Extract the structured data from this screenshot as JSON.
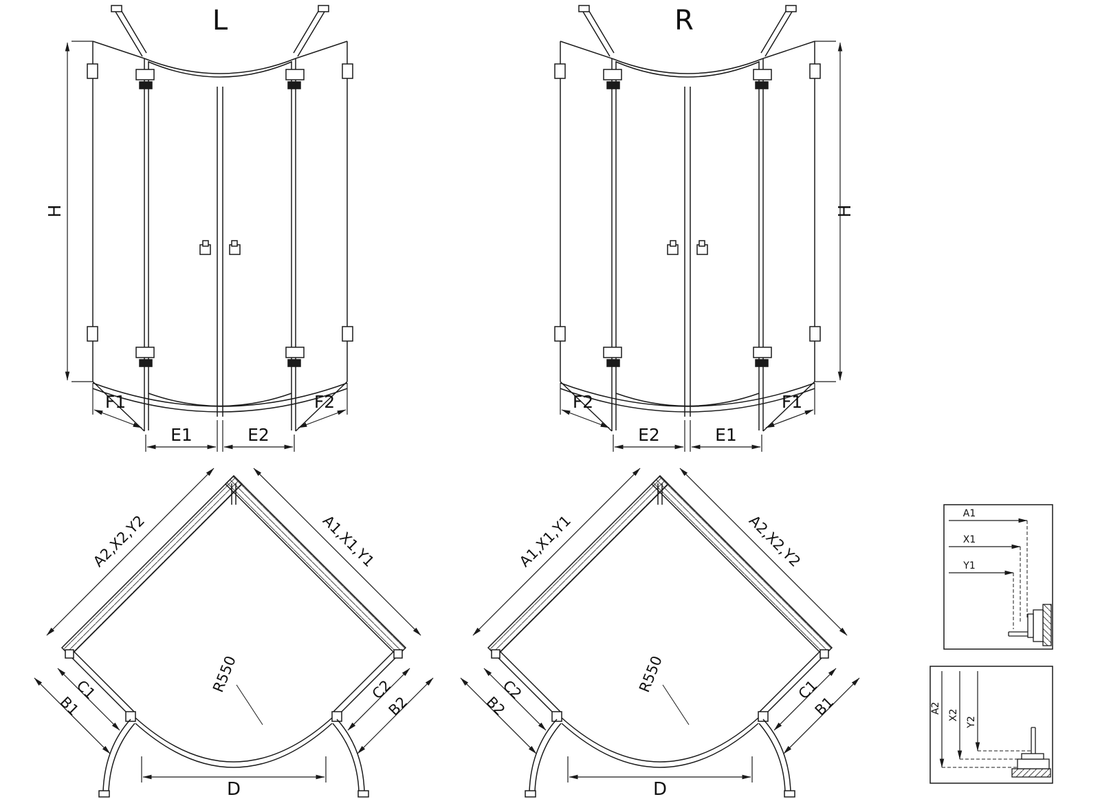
{
  "front_left": {
    "title": "L",
    "height_label": "H",
    "bottom_labels": [
      "F1",
      "E1",
      "E2",
      "F2"
    ]
  },
  "front_right": {
    "title": "R",
    "height_label": "H",
    "bottom_labels": [
      "F2",
      "E2",
      "E1",
      "F1"
    ]
  },
  "plan_left": {
    "wall_label_left": "A2,X2,Y2",
    "wall_label_right": "A1,X1,Y1",
    "side_labels_left": [
      "B1",
      "C1"
    ],
    "side_labels_right": [
      "B2",
      "C2"
    ],
    "radius_label": "R550",
    "door_width_label": "D"
  },
  "plan_right": {
    "wall_label_left": "A1,X1,Y1",
    "wall_label_right": "A2,X2,Y2",
    "side_labels_left": [
      "B2",
      "C2"
    ],
    "side_labels_right": [
      "B1",
      "C1"
    ],
    "radius_label": "R550",
    "door_width_label": "D"
  },
  "detail_top": {
    "labels": [
      "A1",
      "X1",
      "Y1"
    ]
  },
  "detail_bottom": {
    "labels": [
      "A2",
      "X2",
      "Y2"
    ]
  }
}
